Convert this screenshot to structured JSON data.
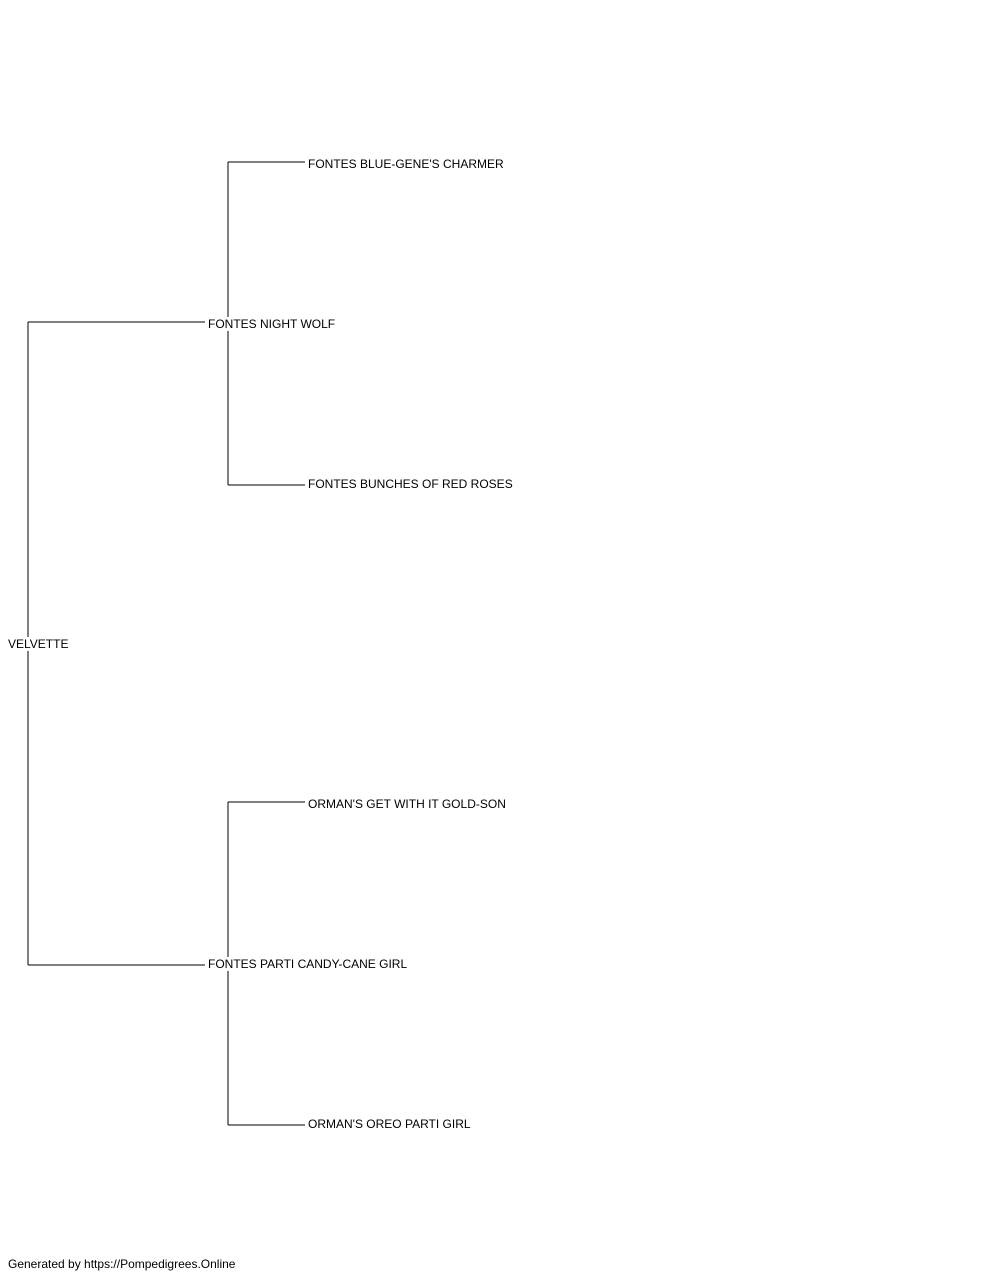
{
  "pedigree": {
    "subject": "VELVETTE",
    "sire": {
      "name": "FONTES NIGHT WOLF",
      "sire": "FONTES BLUE-GENE'S CHARMER",
      "dam": "FONTES BUNCHES OF RED ROSES"
    },
    "dam": {
      "name": "FONTES PARTI CANDY-CANE GIRL",
      "sire": "ORMAN'S GET WITH IT GOLD-SON",
      "dam": "ORMAN'S OREO PARTI GIRL"
    }
  },
  "footer": "Generated by https://Pompedigrees.Online",
  "colors": {
    "line": "#000000",
    "text": "#000000",
    "background": "#ffffff"
  }
}
